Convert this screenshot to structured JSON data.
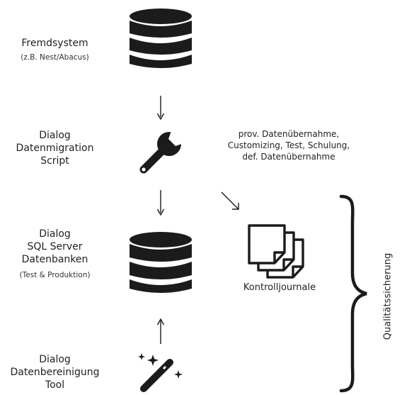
{
  "steps": {
    "source": {
      "line1": "Fremdsystem",
      "line2": "(z.B. Nest/Abacus)",
      "icon": "database-icon"
    },
    "migration": {
      "line1": "Dialog",
      "line2": "Datenmigration",
      "line3": "Script",
      "icon": "wrench-icon"
    },
    "target": {
      "line1": "Dialog",
      "line2": "SQL Server",
      "line3": "Datenbanken",
      "line4": "(Test & Produktion)",
      "icon": "database-icon"
    },
    "cleanup": {
      "line1": "Dialog",
      "line2": "Datenbereinigung",
      "line3": "Tool",
      "icon": "magic-wand-icon"
    }
  },
  "process_note": {
    "line1": "prov. Datenübernahme,",
    "line2": "Customizing, Test, Schulung,",
    "line3": "def. Datenübernahme"
  },
  "journals": {
    "label": "Kontrolljournale",
    "icon": "documents-icon"
  },
  "quality": {
    "label": "Qualitätssicherung"
  },
  "colors": {
    "icon": "#1b1b1b",
    "text": "#222222",
    "background": "#ffffff"
  }
}
